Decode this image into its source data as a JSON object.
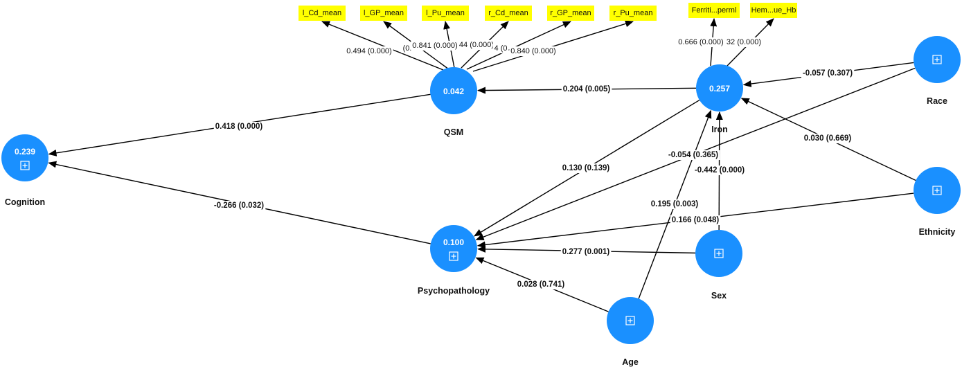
{
  "diagram": {
    "nodes": [
      {
        "id": "qsm",
        "label": "QSM",
        "value": "0.042",
        "has_plus": false
      },
      {
        "id": "iron",
        "label": "Iron",
        "value": "0.257",
        "has_plus": false
      },
      {
        "id": "cognition",
        "label": "Cognition",
        "value": "0.239",
        "has_plus": true
      },
      {
        "id": "psychopathology",
        "label": "Psychopathology",
        "value": "0.100",
        "has_plus": true
      },
      {
        "id": "race",
        "label": "Race",
        "value": "",
        "has_plus": true
      },
      {
        "id": "ethnicity",
        "label": "Ethnicity",
        "value": "",
        "has_plus": true
      },
      {
        "id": "sex",
        "label": "Sex",
        "value": "",
        "has_plus": true
      },
      {
        "id": "age",
        "label": "Age",
        "value": "",
        "has_plus": true
      }
    ],
    "indicators": [
      {
        "id": "l_cd",
        "label": "l_Cd_mean",
        "parent": "qsm"
      },
      {
        "id": "l_gp",
        "label": "l_GP_mean",
        "parent": "qsm"
      },
      {
        "id": "l_pu",
        "label": "l_Pu_mean",
        "parent": "qsm"
      },
      {
        "id": "r_cd",
        "label": "r_Cd_mean",
        "parent": "qsm"
      },
      {
        "id": "r_gp",
        "label": "r_GP_mean",
        "parent": "qsm"
      },
      {
        "id": "r_pu",
        "label": "r_Pu_mean",
        "parent": "qsm"
      },
      {
        "id": "ferritin",
        "label": "Ferriti...perml",
        "parent": "iron"
      },
      {
        "id": "hemo",
        "label": "Hem...ue_Hb",
        "parent": "iron"
      }
    ],
    "loadings": [
      {
        "to": "l_cd",
        "label": "0.494 (0.000)"
      },
      {
        "to": "l_gp",
        "label": "(0."
      },
      {
        "to": "l_pu",
        "label": "0.841 (0.000)"
      },
      {
        "to": "r_cd",
        "label": "44 (0.000)"
      },
      {
        "to": "r_gp",
        "label": "4 (0"
      },
      {
        "to": "r_pu",
        "label": "0.840 (0.000)"
      },
      {
        "to": "ferritin",
        "label": "0.666 (0.000)"
      },
      {
        "to": "hemo",
        "label": "32 (0.000)"
      }
    ],
    "paths": [
      {
        "from": "iron",
        "to": "qsm",
        "label": "0.204 (0.005)"
      },
      {
        "from": "qsm",
        "to": "cognition",
        "label": "0.418 (0.000)"
      },
      {
        "from": "psychopathology",
        "to": "cognition",
        "label": "-0.266 (0.032)"
      },
      {
        "from": "race",
        "to": "iron",
        "label": "-0.057 (0.307)"
      },
      {
        "from": "ethnicity",
        "to": "iron",
        "label": "0.030 (0.669)"
      },
      {
        "from": "iron",
        "to": "psychopathology",
        "label": "0.130 (0.139)"
      },
      {
        "from": "race",
        "to": "psychopathology",
        "label": "-0.054 (0.365)"
      },
      {
        "from": "sex",
        "to": "iron",
        "label": "-0.442 (0.000)"
      },
      {
        "from": "age",
        "to": "iron",
        "label": "0.195 (0.003)"
      },
      {
        "from": "ethnicity",
        "to": "psychopathology",
        "label": "0.166 (0.048)"
      },
      {
        "from": "sex",
        "to": "psychopathology",
        "label": "0.277 (0.001)"
      },
      {
        "from": "age",
        "to": "psychopathology",
        "label": "0.028 (0.741)"
      }
    ]
  }
}
